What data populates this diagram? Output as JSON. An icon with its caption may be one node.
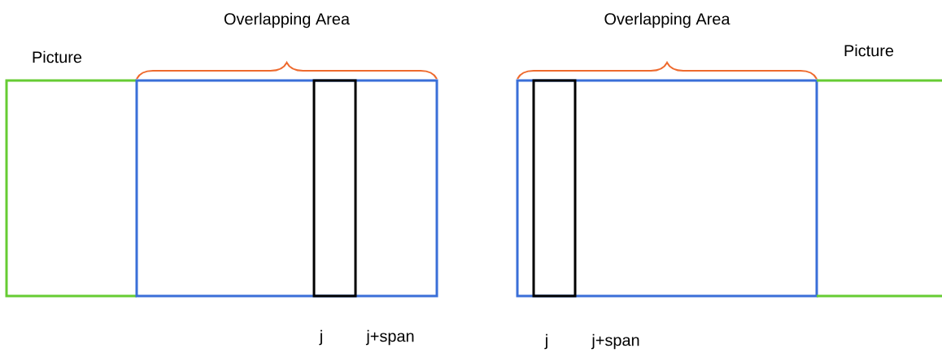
{
  "diagram": {
    "nodes": [
      {
        "text": [
          "Picture"
        ]
      },
      {
        "text": [
          "Overlapping Area"
        ]
      },
      {
        "text": [],
        "shape": "box",
        "in": 1,
        "beside": [
          "j",
          "j+span"
        ]
      },
      {
        "text": [
          "Overlapping Area"
        ]
      },
      {
        "text": [],
        "shape": "box",
        "in": 3,
        "beside": [
          "j",
          "j+span"
        ]
      },
      {
        "text": [
          "Picture"
        ]
      }
    ],
    "edges": []
  }
}
